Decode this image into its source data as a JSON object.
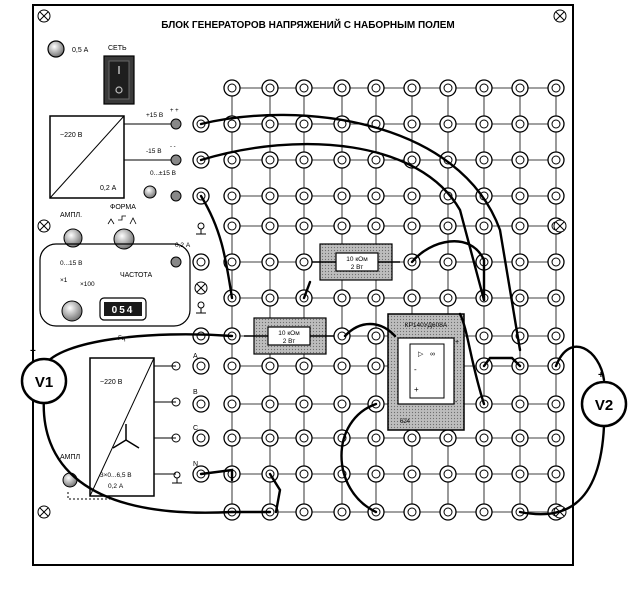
{
  "panel": {
    "title": "БЛОК ГЕНЕРАТОРОВ НАПРЯЖЕНИЙ С НАБОРНЫМ ПОЛЕМ",
    "fuse": "0,5 А",
    "power_switch": "СЕТЬ"
  },
  "dc_source": {
    "input": "~220 В",
    "rating": "0,2 А",
    "out_plus15": "+15 В",
    "out_minus15": "-15 В",
    "out_adj": "0...±15 В"
  },
  "function_generator": {
    "amplitude": "АМПЛ.",
    "form": "ФОРМА",
    "range": "0...15 В",
    "x1": "×1",
    "x100": "×100",
    "frequency": "ЧАСТОТА",
    "freq_display": "054",
    "hz": "Гц",
    "current": "0,2 А"
  },
  "three_phase": {
    "input": "~220 В",
    "output": "3×0...6,5 В",
    "current": "0,2 А",
    "phase_a": "A",
    "phase_b": "B",
    "phase_c": "C",
    "neutral": "N",
    "amplitude": "АМПЛ"
  },
  "components": {
    "resistor1_value": "10 кОм",
    "resistor1_power": "2 Вт",
    "resistor2_value": "10 кОм",
    "resistor2_power": "2 Вт",
    "opamp_name": "КР140УД608А",
    "opamp_footer": "624"
  },
  "meters": {
    "v1": "V1",
    "v2": "V2"
  }
}
